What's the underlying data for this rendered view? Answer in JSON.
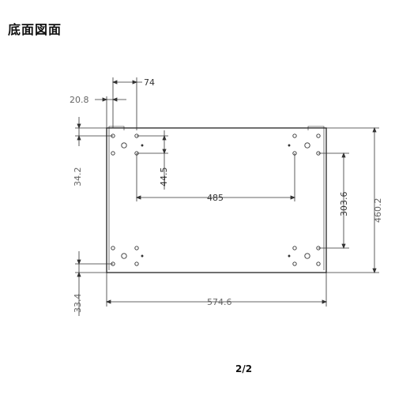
{
  "page": {
    "title": "底面図面",
    "page_number": "2/2"
  },
  "dimensions": {
    "top_offset": "74",
    "left_offset": "20.8",
    "left_hole_offset": "34.2",
    "inner_hole_offset": "44.5",
    "hole_spacing_x": "485",
    "hole_spacing_y": "303.6",
    "overall_height": "460.2",
    "bottom_hole_offset": "33.4",
    "overall_width": "574.6"
  }
}
